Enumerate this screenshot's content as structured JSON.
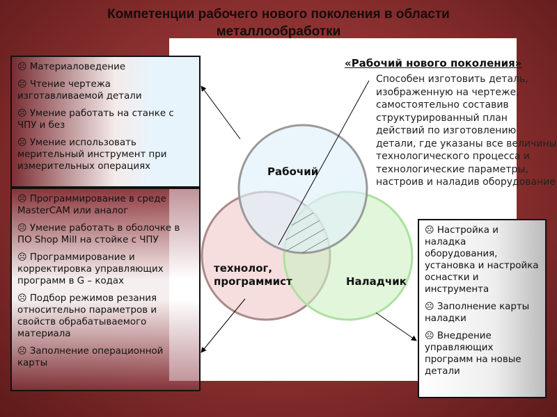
{
  "title": "Компетенции рабочего нового поколения в области металлообработки",
  "bullet_icon": "frown-face-icon",
  "left_top_box": {
    "items": [
      "Материаловедение",
      "Чтение чертежа изготавливаемой детали",
      "Умение работать на станке с ЧПУ и без",
      "Умение использовать мерительный инструмент при измерительных операциях"
    ]
  },
  "left_bottom_box": {
    "items": [
      "Программирование в среде MasterCAM или аналог",
      "Умение работать в оболочке  в ПО Shop Mill на стойке с ЧПУ",
      "Программирование и корректировка управляющих программ в G – кодах",
      "Подбор режимов резания относительно параметров и свойств обрабатываемого материала",
      "Заполнение операционной карты"
    ]
  },
  "right_box": {
    "items": [
      "Настройка и наладка оборудования, установка и настройка оснастки и инструмента",
      "Заполнение карты наладки",
      "Внедрение управляющих программ на новые детали"
    ]
  },
  "worker_title": "«Рабочий нового поколения»",
  "worker_description": "Способен изготовить деталь, изображенную на чертеже, самостоятельно составив структурированный план действий по изготовлению детали, где указаны все величины технологического процесса и технологические параметры, настроив и наладив оборудование",
  "circles": {
    "worker": "Рабочий",
    "technologist": "технолог, программист",
    "adjuster": "Наладчик"
  },
  "colors": {
    "background": "#8a2f2f",
    "circle_worker": "#e6f2fa",
    "circle_tech": "#f6dede",
    "circle_adjuster": "#e2f6dc"
  }
}
